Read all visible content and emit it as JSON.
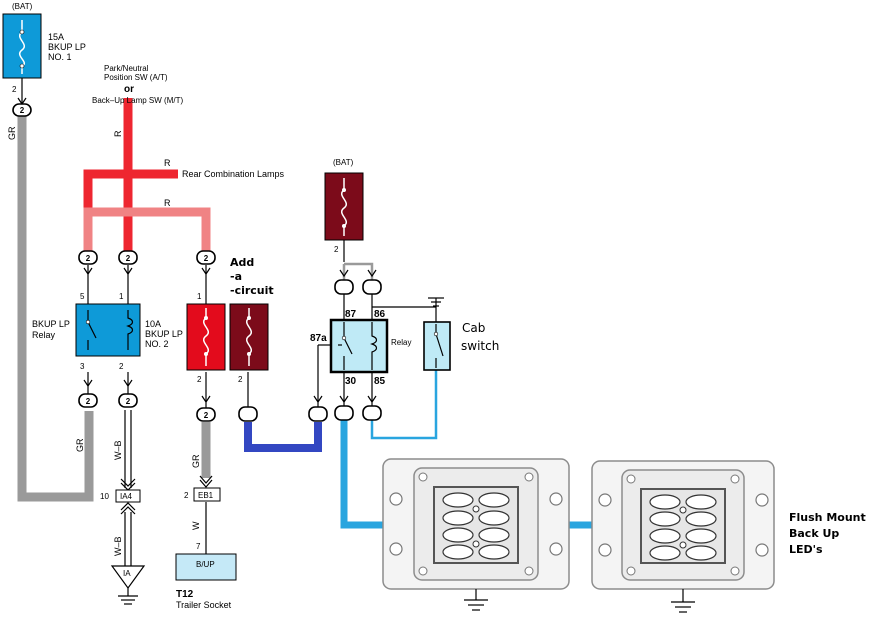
{
  "labels": {
    "bat_top": "(BAT)",
    "fuse1_rating": "15A",
    "fuse1_name1": "BKUP LP",
    "fuse1_name2": "NO. 1",
    "pin_2": "2",
    "pin_1": "1",
    "pin_3": "3",
    "pin_5": "5",
    "pin_7": "7",
    "pin_10": "10",
    "park_sw1": "Park/Neutral",
    "park_sw2": "Position SW (A/T)",
    "or": "or",
    "backup_sw": "Back–Up Lamp SW (M/T)",
    "wire_R": "R",
    "wire_GR": "GR",
    "wire_WB": "W–B",
    "wire_W": "W",
    "rear_lamps": "Rear Combination Lamps",
    "relay1_name1": "BKUP LP",
    "relay1_name2": "Relay",
    "fuse2_rating": "10A",
    "fuse2_name1": "BKUP LP",
    "fuse2_name2": "NO. 2",
    "ia4": "IA4",
    "ia": "IA",
    "eb1": "EB1",
    "bup": "B/UP",
    "t12": "T12",
    "trailer_socket": "Trailer Socket",
    "add1": "Add",
    "add2": "-a",
    "add3": "-circuit",
    "bat2": "(BAT)",
    "relay2": "Relay",
    "pin_87": "87",
    "pin_86": "86",
    "pin_87a": "87a",
    "pin_30": "30",
    "pin_85": "85",
    "cab1": "Cab",
    "cab2": "switch",
    "flush1": "Flush Mount",
    "flush2": "Back Up",
    "flush3": "LED's"
  },
  "colors": {
    "fuse_blue": "#0e9ad8",
    "fuse_red": "#e30b1c",
    "fuse_darkred": "#7c0b1a",
    "wire_red": "#ee2630",
    "wire_pink": "#f08384",
    "wire_gray": "#9a9a9a",
    "wire_blue": "#29a5df",
    "wire_navy": "#3347c2",
    "relay_light": "#bfeaf6",
    "socket_fill": "#c5e9f7"
  }
}
